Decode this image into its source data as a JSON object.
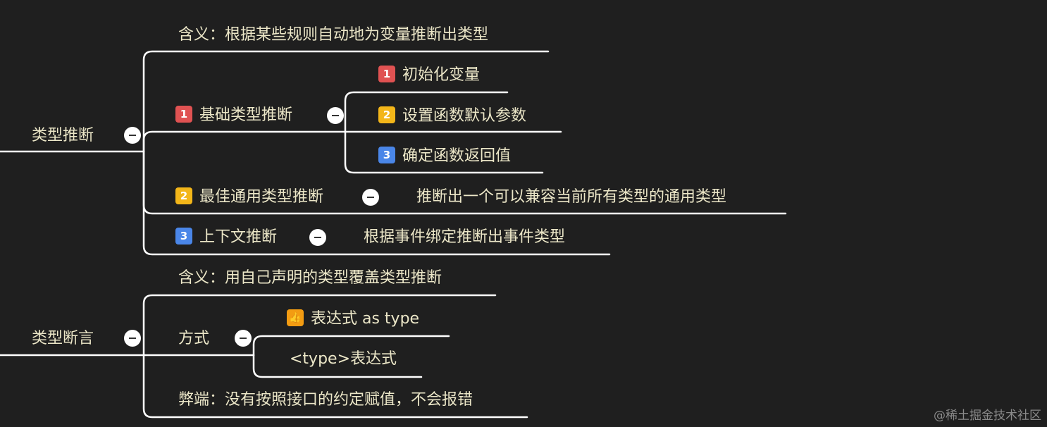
{
  "colors": {
    "background": "#1f1f1f",
    "line": "#ffffff",
    "text": "#ece7c8",
    "badge_red": "#e05252",
    "badge_yellow": "#f3b619",
    "badge_blue": "#4a86e8",
    "badge_orange": "#f39c12"
  },
  "mindmap": {
    "type_inference": {
      "label": "类型推断",
      "meaning": "含义：根据某些规则自动地为变量推断出类型",
      "basic": {
        "badge": "1",
        "label": "基础类型推断",
        "items": [
          {
            "badge": "1",
            "label": "初始化变量"
          },
          {
            "badge": "2",
            "label": "设置函数默认参数"
          },
          {
            "badge": "3",
            "label": "确定函数返回值"
          }
        ]
      },
      "best_common": {
        "badge": "2",
        "label": "最佳通用类型推断",
        "detail": "推断出一个可以兼容当前所有类型的通用类型"
      },
      "contextual": {
        "badge": "3",
        "label": "上下文推断",
        "detail": "根据事件绑定推断出事件类型"
      }
    },
    "type_assertion": {
      "label": "类型断言",
      "meaning": "含义：用自己声明的类型覆盖类型推断",
      "method": {
        "label": "方式",
        "items": [
          {
            "icon": "thumbs-up-icon",
            "label": "表达式 as type"
          },
          {
            "label": "<type>表达式"
          }
        ]
      },
      "drawback": "弊端：没有按照接口的约定赋值，不会报错"
    }
  },
  "watermark": "@稀土掘金技术社区"
}
